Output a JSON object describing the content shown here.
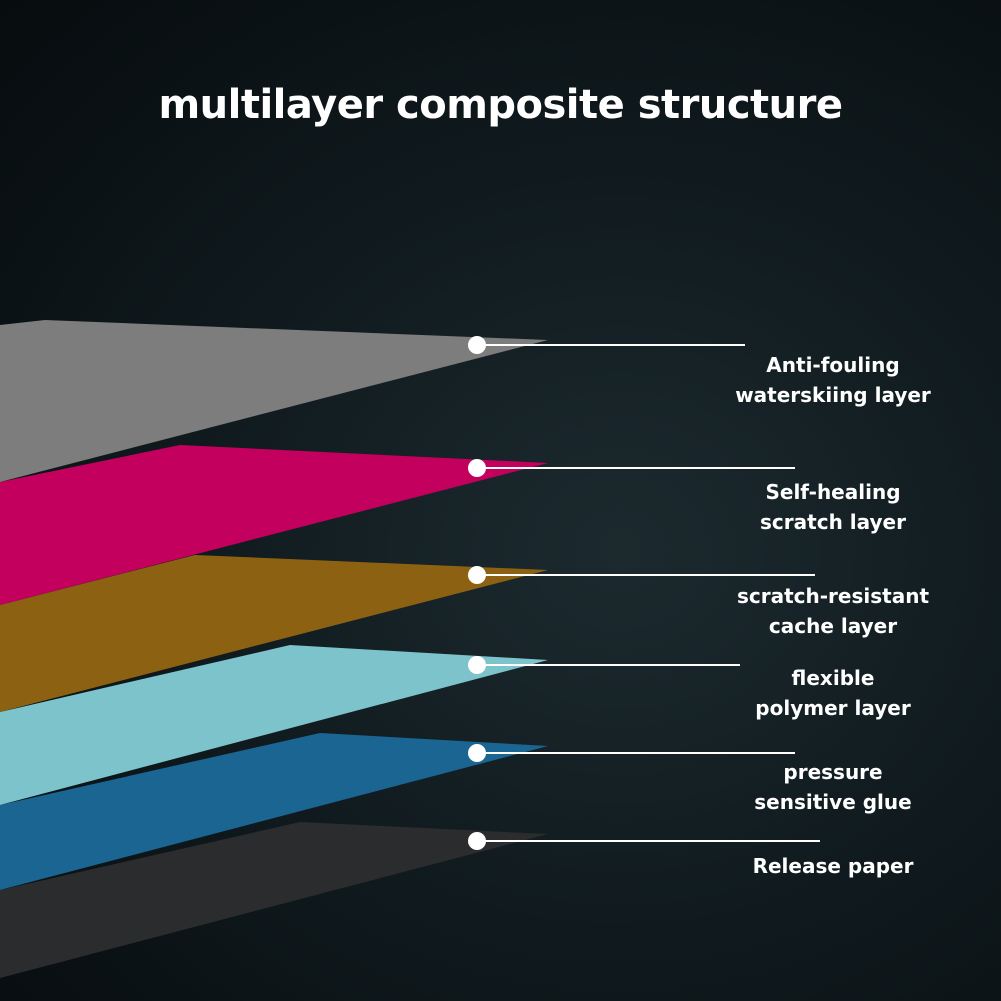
{
  "title": "multilayer composite structure",
  "layers": [
    {
      "label_lines": [
        "Anti-fouling",
        "waterskiing layer"
      ],
      "color": "#7d7d7d"
    },
    {
      "label_lines": [
        "Self-healing",
        "scratch layer"
      ],
      "color": "#c4005e"
    },
    {
      "label_lines": [
        "scratch-resistant",
        "cache layer"
      ],
      "color": "#8c6212"
    },
    {
      "label_lines": [
        "flexible",
        "polymer layer"
      ],
      "color": "#7cc3cb"
    },
    {
      "label_lines": [
        "pressure",
        "sensitive glue"
      ],
      "color": "#1a6592"
    },
    {
      "label_lines": [
        "Release paper"
      ],
      "color": "#2a2c2d"
    }
  ],
  "colors": {
    "background": "#0d1619",
    "text": "#ffffff",
    "connector": "#ffffff"
  }
}
